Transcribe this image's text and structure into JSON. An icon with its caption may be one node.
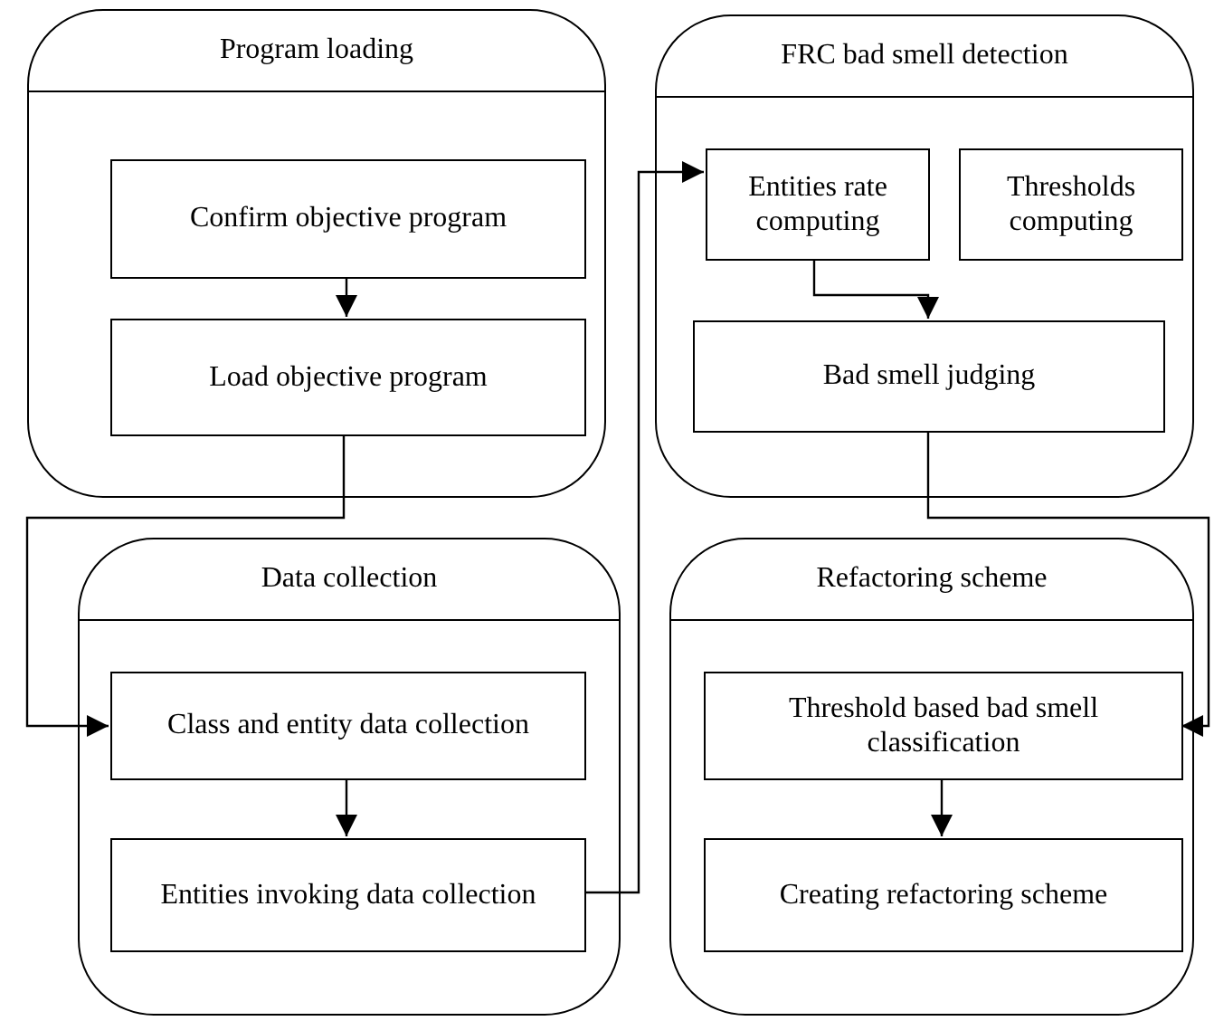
{
  "diagram": {
    "nodes": [
      {
        "text": [
          "Program loading"
        ]
      },
      {
        "text": [
          "Confirm objective program"
        ],
        "in": 0
      },
      {
        "text": [
          "Load objective program"
        ],
        "in": 0
      },
      {
        "text": [
          "FRC bad smell detection"
        ]
      },
      {
        "text": [
          "Entities rate computing"
        ],
        "in": 3
      },
      {
        "text": [
          "Thresholds computing"
        ],
        "in": 3
      },
      {
        "text": [
          "Bad smell judging"
        ],
        "in": 3
      },
      {
        "text": [
          "Data collection"
        ]
      },
      {
        "text": [
          "Class and entity data collection"
        ],
        "in": 7
      },
      {
        "text": [
          "Entities invoking data collection"
        ],
        "in": 7
      },
      {
        "text": [
          "Refactoring scheme"
        ]
      },
      {
        "text": [
          "Threshold based bad smell classification"
        ],
        "in": 10
      },
      {
        "text": [
          "Creating refactoring scheme"
        ],
        "in": 10
      }
    ],
    "edges": [
      {
        "from": 1,
        "to": 2,
        "arrow": "to"
      },
      {
        "from": 2,
        "to": 8,
        "arrow": "to"
      },
      {
        "from": 8,
        "to": 9,
        "arrow": "to"
      },
      {
        "from": 9,
        "to": 4,
        "arrow": "to"
      },
      {
        "from": 4,
        "to": 6,
        "arrow": "to"
      },
      {
        "from": 6,
        "to": 11,
        "arrow": "to"
      },
      {
        "from": 11,
        "to": 12,
        "arrow": "to"
      }
    ]
  }
}
